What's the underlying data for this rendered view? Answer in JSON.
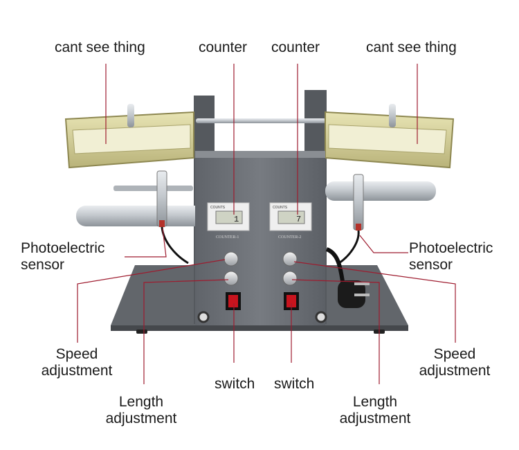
{
  "labels": {
    "cant_see_left": "cant see thing",
    "counter_left": "counter",
    "counter_right": "counter",
    "cant_see_right": "cant see thing",
    "photo_left_1": "Photoelectric",
    "photo_left_2": "sensor",
    "photo_right_1": "Photoelectric",
    "photo_right_2": "sensor",
    "speed_left_1": "Speed",
    "speed_left_2": "adjustment",
    "speed_right_1": "Speed",
    "speed_right_2": "adjustment",
    "switch_left": "switch",
    "switch_right": "switch",
    "length_left_1": "Length",
    "length_left_2": "adjustment",
    "length_right_1": "Length",
    "length_right_2": "adjustment"
  },
  "machine": {
    "counter_left_panel": "COUNTS",
    "counter_right_panel": "COUNTS",
    "counter_left_plate": "COUNTER-1",
    "counter_right_plate": "COUNTER-2",
    "counter_left_value": "1",
    "counter_right_value": "7"
  },
  "colors": {
    "leader_line": "#9e1b2e",
    "body_gray": "#6f7378",
    "base_gray": "#5f6368",
    "frame_yellow": "#d8d39a",
    "switch_red": "#c8141e"
  }
}
